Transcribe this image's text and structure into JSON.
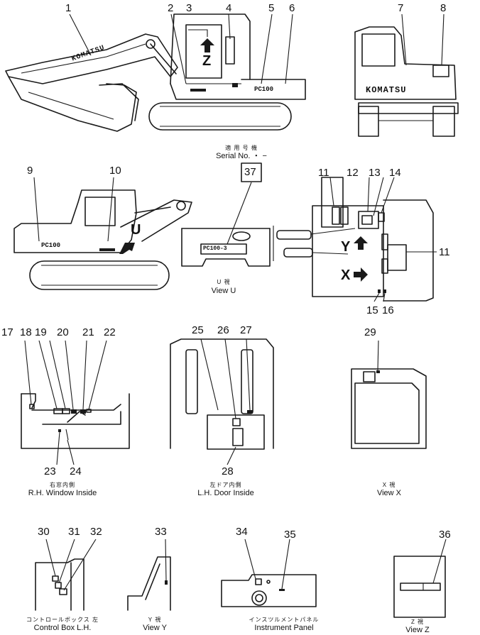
{
  "parts": [
    "1",
    "2",
    "3",
    "4",
    "5",
    "6",
    "7",
    "8",
    "9",
    "10",
    "11",
    "12",
    "13",
    "14",
    "11",
    "15",
    "16",
    "17",
    "18",
    "19",
    "20",
    "21",
    "22",
    "23",
    "24",
    "25",
    "26",
    "27",
    "28",
    "29",
    "30",
    "31",
    "32",
    "33",
    "34",
    "35",
    "36",
    "37"
  ],
  "views": {
    "serial": {
      "jp": "適 用 号 機",
      "en": "Serial  No.  ・ −"
    },
    "view_u": {
      "jp": "U  視",
      "en": "View  U"
    },
    "rh_window": {
      "jp": "右窓内側",
      "en": "R.H. Window Inside"
    },
    "lh_door": {
      "jp": "左ドア内側",
      "en": "L.H. Door Inside"
    },
    "view_x": {
      "jp": "X  視",
      "en": "View  X"
    },
    "control_box": {
      "jp": "コントロールボックス  左",
      "en": "Control  Box  L.H."
    },
    "view_y": {
      "jp": "Y  視",
      "en": "View  Y"
    },
    "instrument": {
      "jp": "インスツルメントパネル",
      "en": "Instrument Panel"
    },
    "view_z": {
      "jp": "Z  視",
      "en": "View  Z"
    }
  },
  "labels": {
    "brand": "KOMATSU",
    "model": "PC100",
    "model_u": "PC100-3",
    "dir_z": "Z",
    "dir_u": "U",
    "dir_y": "Y",
    "dir_x": "X"
  }
}
